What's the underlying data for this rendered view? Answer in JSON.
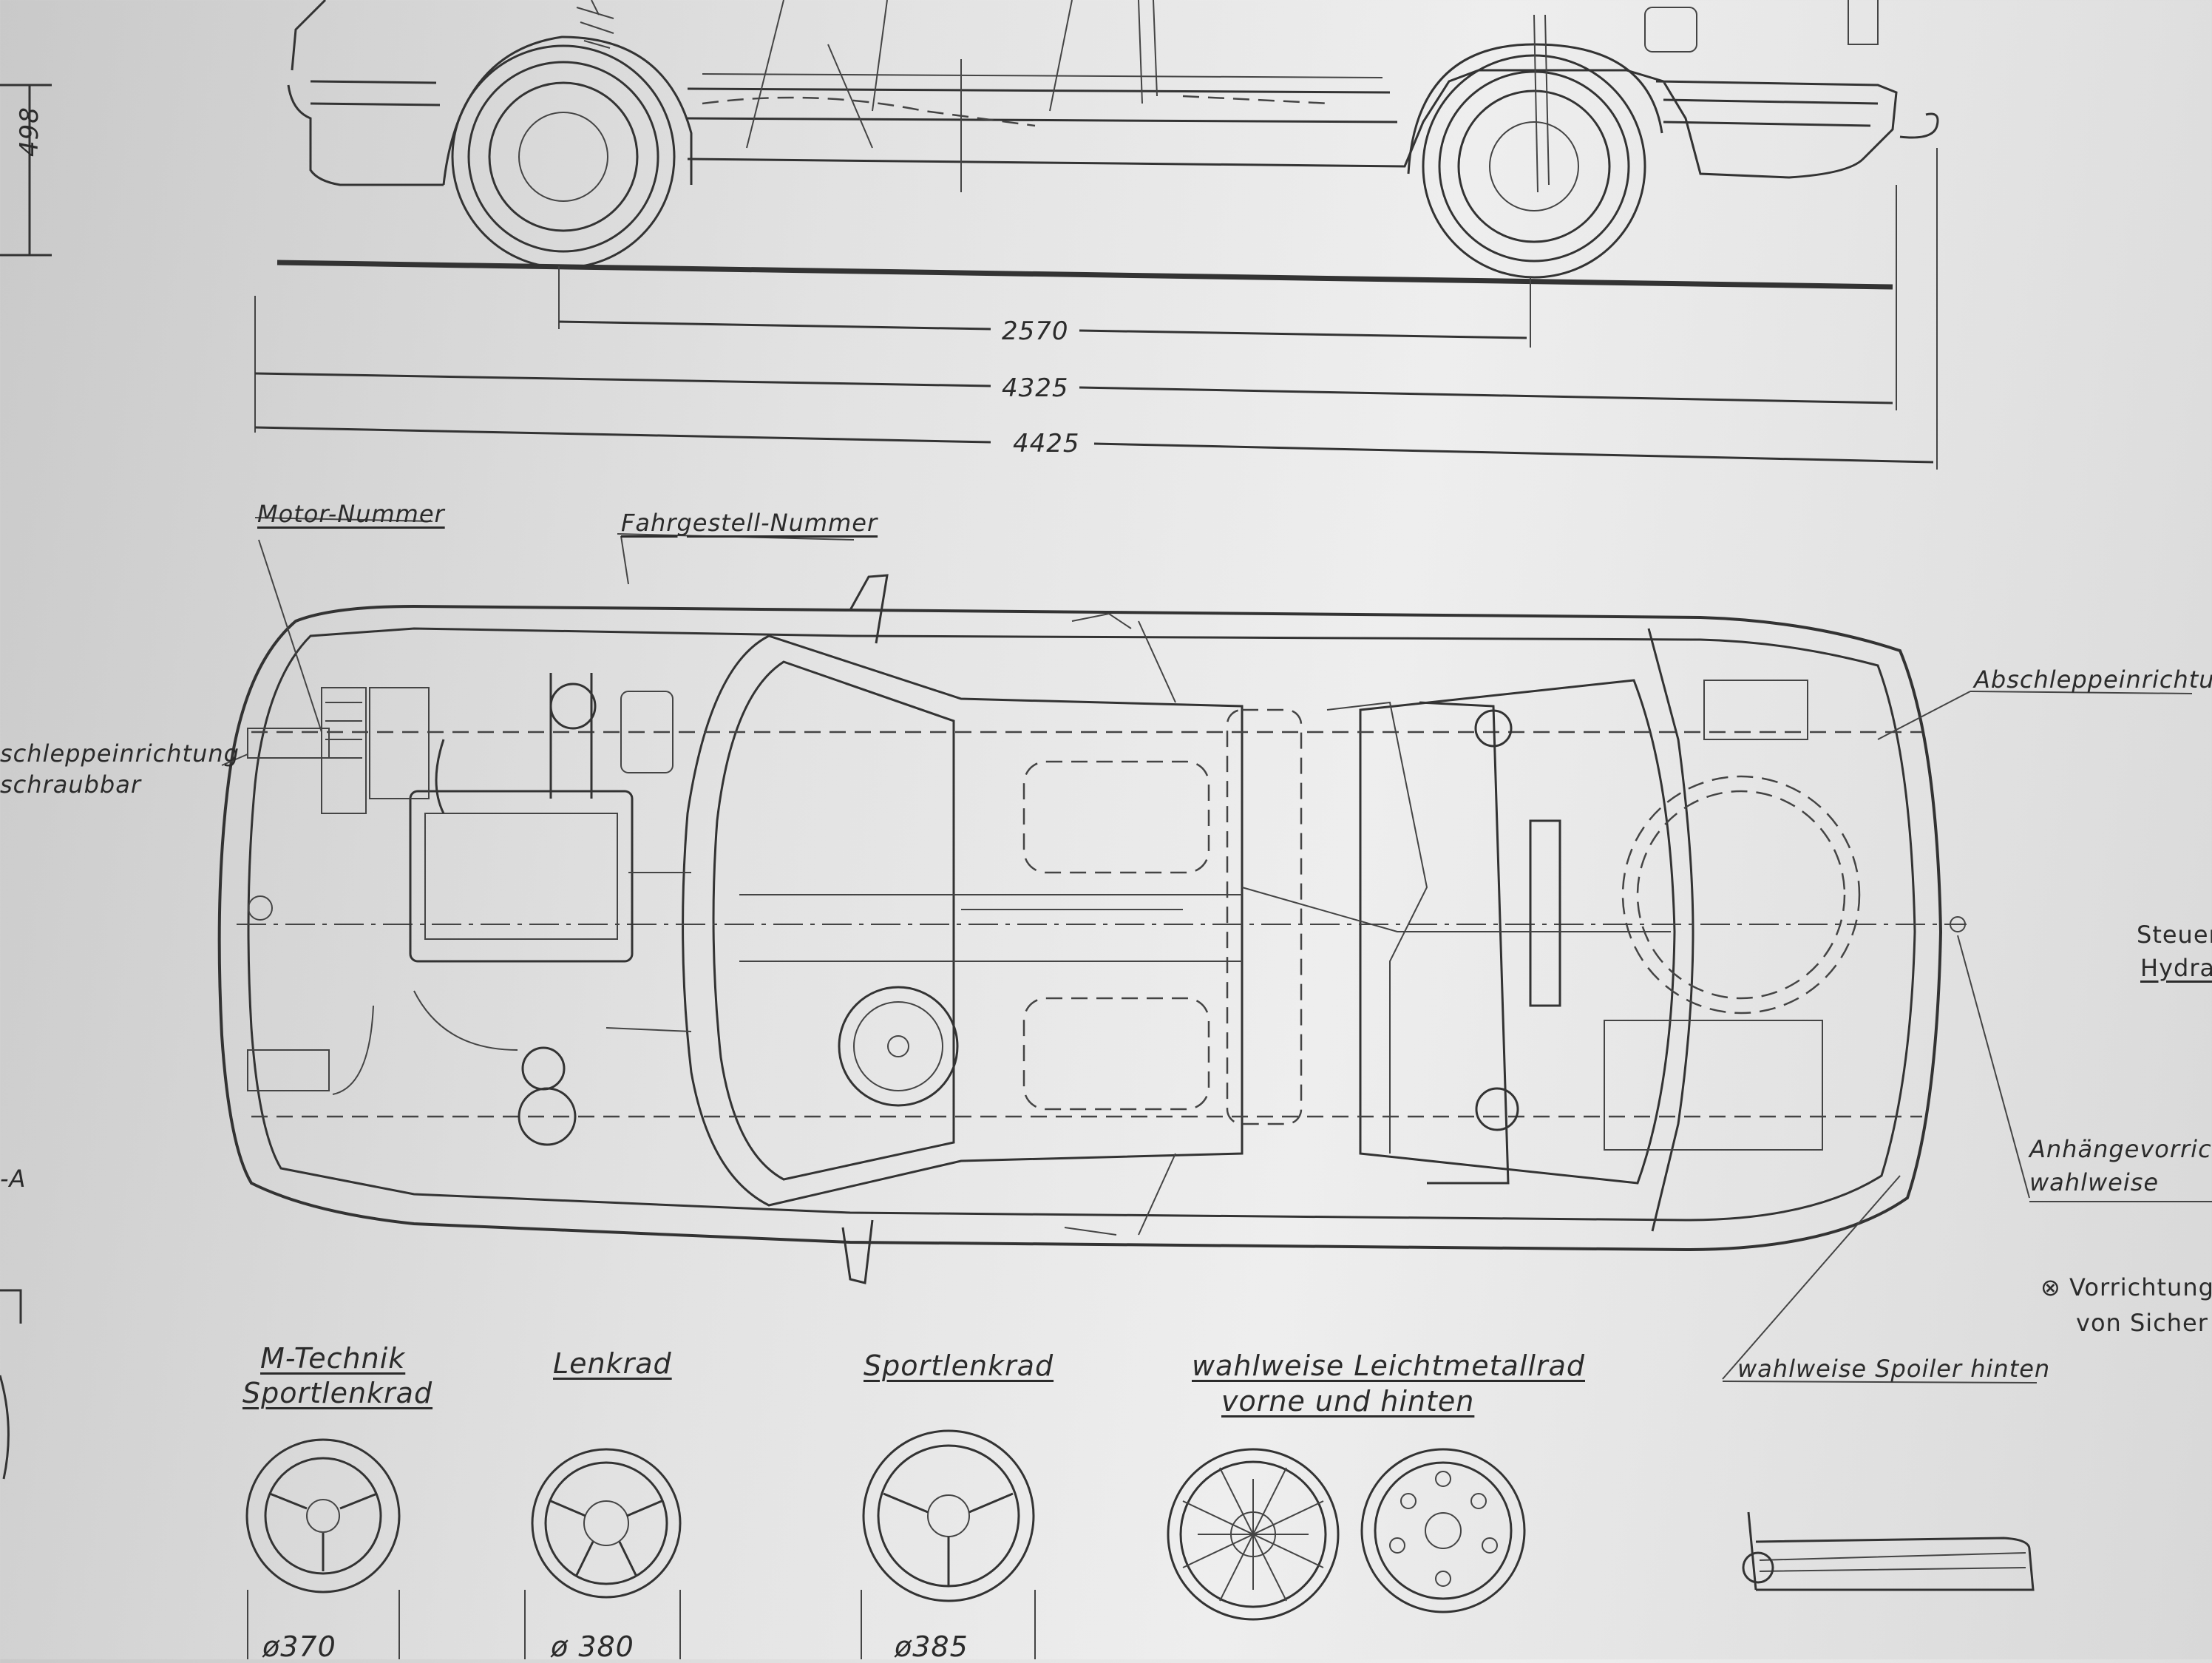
{
  "dimensions": {
    "wheelbase": "2570",
    "length_body": "4325",
    "length_overall": "4425",
    "side_height": "498"
  },
  "labels": {
    "motor_nummer": "Motor-Nummer",
    "fahrgestell_nummer": "Fahrgestell-Nummer",
    "abschlepp_front_line1": "schleppeinrichtung",
    "abschlepp_front_line2": "schraubbar",
    "abschlepp_rear": "Abschleppeinrichtung",
    "steuer_line1": "Steuer",
    "steuer_line2": "Hydra",
    "anhaenge_line1": "Anhängevorrich",
    "anhaenge_line2": "wahlweise",
    "vorrichtung_line1": "⊗ Vorrichtung",
    "vorrichtung_line2": "von Sicher",
    "spoiler": "wahlweise Spoiler hinten",
    "section_a": "-A"
  },
  "accessories": {
    "m_technik_line1": "M-Technik",
    "m_technik_line2": "Sportlenkrad",
    "m_technik_diameter": "ø370",
    "lenkrad": "Lenkrad",
    "lenkrad_diameter": "ø 380",
    "sportlenkrad": "Sportlenkrad",
    "sportlenkrad_diameter": "ø385",
    "wheels_line1": "wahlweise Leichtmetallrad",
    "wheels_line2": "vorne und hinten"
  }
}
